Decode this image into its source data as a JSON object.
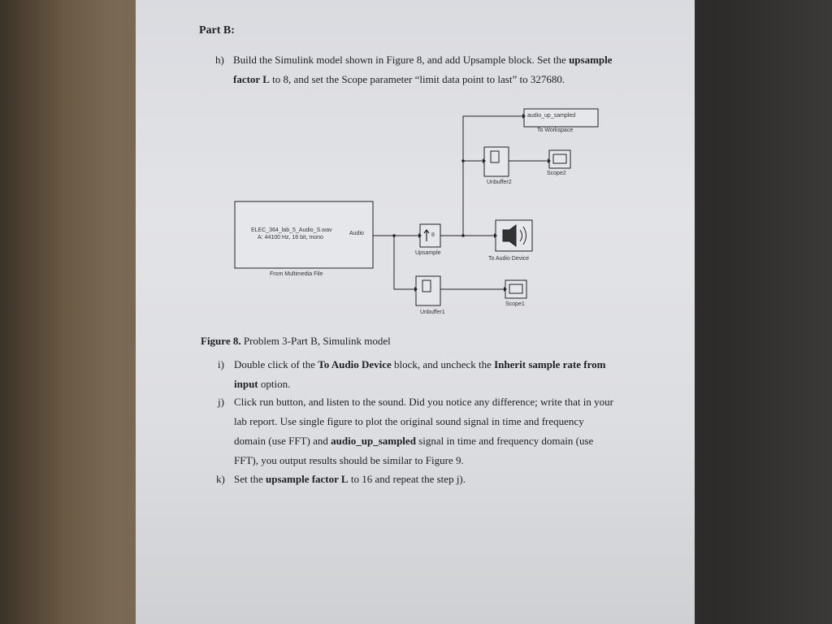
{
  "heading": "Part B:",
  "h": {
    "marker": "h)",
    "line1_a": "Build the Simulink model shown in Figure 8, and add Upsample block. Set the ",
    "line1_b": "upsample",
    "line2_a": "factor L",
    "line2_b": " to 8, and set the Scope parameter “limit data point to last” to 327680."
  },
  "diagram": {
    "workspace_var": "audio_up_sampled",
    "workspace_label": "To Workspace",
    "unbuffer2_label": "Unbuffer2",
    "scope2_label": "Scope2",
    "source_text1": "ELEC_364_lab_5_Audio_S.wav",
    "source_text2": "A: 44100 Hz, 16 bit, mono",
    "source_port": "Audio",
    "source_label": "From Multimedia File",
    "upsample_factor": "8",
    "upsample_label": "Upsample",
    "audio_device_label": "To Audio Device",
    "unbuffer1_label": "Unbuffer1",
    "scope1_label": "Scope1"
  },
  "caption": {
    "bold": "Figure 8.",
    "text": " Problem 3-Part B, Simulink model"
  },
  "i": {
    "marker": "i)",
    "t1": "Double click of the ",
    "b1": "To Audio Device",
    "t2": " block, and uncheck the ",
    "b2": "Inherit sample rate from",
    "b3": "input",
    "t3": " option."
  },
  "j": {
    "marker": "j)",
    "l1": "Click run button, and listen to the sound. Did you notice any difference; write that in your",
    "l2": "lab report. Use single figure to plot the original sound signal in time and frequency",
    "l3a": "domain (use FFT) and ",
    "l3b": "audio_up_sampled",
    "l3c": " signal in time and frequency domain (use",
    "l4": "FFT), you output results should be similar to Figure 9."
  },
  "k": {
    "marker": "k)",
    "t1": "Set the ",
    "b1": "upsample factor L",
    "t2": " to 16 and repeat the step j)."
  }
}
